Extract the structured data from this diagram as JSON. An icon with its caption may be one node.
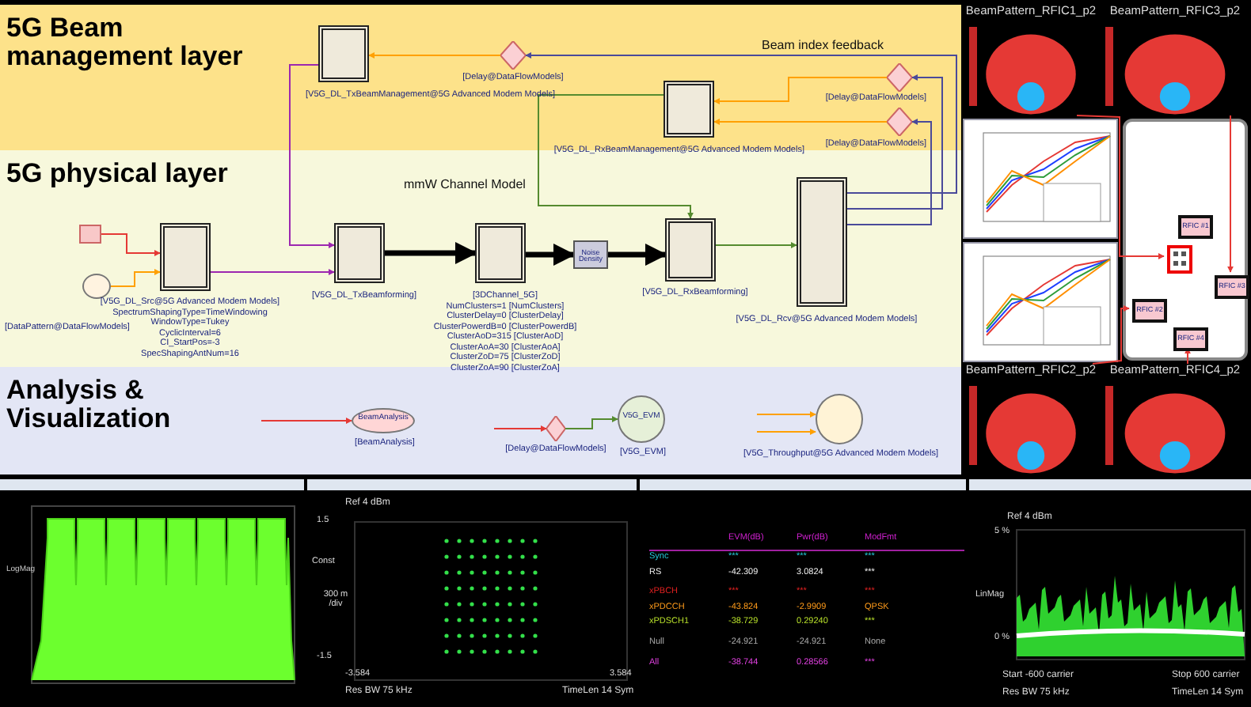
{
  "diagram": {
    "nodes": [
      {
        "text": [
          "5G Beam management layer"
        ]
      },
      {
        "text": [
          "5G physical layer"
        ]
      },
      {
        "text": [
          "Analysis & Visualization"
        ]
      },
      {
        "text": [],
        "shape": "box",
        "in": 0,
        "beside": [
          "[V5G_DL_TxBeamManagement@5G Advanced Modem Models]"
        ]
      },
      {
        "text": [],
        "shape": "diamond",
        "in": 0,
        "beside": [
          "[Delay@DataFlowModels]"
        ]
      },
      {
        "text": [],
        "shape": "box",
        "in": 0,
        "beside": [
          "[V5G_DL_RxBeamManagement@5G Advanced Modem Models]"
        ]
      },
      {
        "text": [],
        "shape": "diamond",
        "in": 0,
        "beside": [
          "[Delay@DataFlowModels]"
        ]
      },
      {
        "text": [],
        "shape": "diamond",
        "in": 0,
        "beside": [
          "[Delay@DataFlowModels]"
        ]
      },
      {
        "text": [],
        "shape": "box",
        "in": 1
      },
      {
        "text": [],
        "shape": "circle",
        "in": 1,
        "beside": [
          "[DataPattern@DataFlowModels]"
        ]
      },
      {
        "text": [],
        "shape": "box",
        "in": 1,
        "beside": [
          "[V5G_DL_Src@5G Advanced Modem Models]",
          "SpectrumShapingType=TimeWindowing",
          "WindowType=Tukey",
          "CyclicInterval=6",
          "CI_StartPos=-3",
          "SpecShapingAntNum=16"
        ]
      },
      {
        "text": [],
        "shape": "box",
        "in": 1,
        "beside": [
          "[V5G_DL_TxBeamforming]"
        ]
      },
      {
        "text": [],
        "shape": "box",
        "in": 1,
        "beside": [
          "[3DChannel_5G]",
          "NumClusters=1 [NumClusters]",
          "ClusterDelay=0 [ClusterDelay]",
          "ClusterPowerdB=0 [ClusterPowerdB]",
          "ClusterAoD=315 [ClusterAoD]",
          "ClusterAoA=30 [ClusterAoA]",
          "ClusterZoD=75 [ClusterZoD]",
          "ClusterZoA=90 [ClusterZoA]"
        ]
      },
      {
        "text": [
          "Noise Density"
        ],
        "in": 1
      },
      {
        "text": [],
        "shape": "box",
        "in": 1,
        "beside": [
          "[V5G_DL_RxBeamforming]"
        ]
      },
      {
        "text": [],
        "shape": "box",
        "in": 1,
        "beside": [
          "[V5G_DL_Rcv@5G Advanced Modem Models]"
        ]
      },
      {
        "text": [
          "BeamAnalysis"
        ],
        "in": 2,
        "beside": [
          "[BeamAnalysis]"
        ]
      },
      {
        "text": [],
        "shape": "diamond",
        "in": 2,
        "beside": [
          "[Delay@DataFlowModels]"
        ]
      },
      {
        "text": [
          "V5G_EVM"
        ],
        "in": 2,
        "beside": [
          "[V5G_EVM]"
        ]
      },
      {
        "text": [],
        "shape": "circle",
        "in": 2,
        "beside": [
          "[V5G_Throughput@5G Advanced Modem Models]"
        ]
      },
      {
        "text": [
          "BeamPattern_RFIC1_p2"
        ]
      },
      {
        "text": [
          "BeamPattern_RFIC3_p2"
        ]
      },
      {
        "text": [],
        "shape": "picture"
      },
      {
        "text": [],
        "shape": "picture"
      },
      {
        "text": [],
        "shape": "box"
      },
      {
        "text": [
          "RFIC #1"
        ],
        "in": 24
      },
      {
        "text": [],
        "shape": "box",
        "in": 24
      },
      {
        "text": [
          "RFIC #3"
        ],
        "in": 24
      },
      {
        "text": [
          "RFIC #2"
        ],
        "in": 24
      },
      {
        "text": [
          "RFIC #4"
        ],
        "in": 24
      },
      {
        "text": [
          "BeamPattern_RFIC2_p2"
        ]
      },
      {
        "text": [
          "BeamPattern_RFIC4_p2"
        ]
      }
    ],
    "edges": [
      {
        "from": 8,
        "to": 10,
        "arrow": "to",
        "color": "#e53935"
      },
      {
        "from": 9,
        "to": 10,
        "arrow": "to",
        "color": "#ffa000"
      },
      {
        "from": 10,
        "to": 11,
        "arrow": "to",
        "color": "#9c27b0"
      },
      {
        "from": 3,
        "to": 11,
        "arrow": "to",
        "color": "#9c27b0"
      },
      {
        "from": 11,
        "to": 12,
        "arrow": "to",
        "style": "thick",
        "color": "#000000"
      },
      {
        "from": 12,
        "to": 13,
        "arrow": "to",
        "style": "thick",
        "color": "#000000"
      },
      {
        "from": 13,
        "to": 14,
        "arrow": "to",
        "style": "thick",
        "color": "#000000"
      },
      {
        "from": 14,
        "to": 15,
        "arrow": "to",
        "color": "#558b2f"
      },
      {
        "from": 4,
        "to": 3,
        "arrow": "to",
        "color": "#ffa000"
      },
      {
        "from": 15,
        "to": 4,
        "arrow": "to",
        "label": "Beam index feedback",
        "color": "#4a4a9a"
      },
      {
        "from": 6,
        "to": 5,
        "arrow": "to",
        "color": "#ffa000"
      },
      {
        "from": 7,
        "to": 5,
        "arrow": "to",
        "color": "#ffa000"
      },
      {
        "from": 15,
        "to": 6,
        "arrow": "to",
        "color": "#4a4a9a"
      },
      {
        "from": 15,
        "to": 7,
        "arrow": "to",
        "color": "#4a4a9a"
      },
      {
        "from": 5,
        "to": 14,
        "arrow": "to",
        "color": "#558b2f"
      },
      {
        "from": null,
        "to": 16,
        "arrow": "to",
        "color": "#e53935"
      },
      {
        "from": null,
        "to": 17,
        "arrow": "to",
        "color": "#e53935"
      },
      {
        "from": 17,
        "to": 18,
        "arrow": "to",
        "color": "#558b2f"
      },
      {
        "from": null,
        "to": 19,
        "arrow": "to",
        "color": "#ffa000"
      },
      {
        "from": null,
        "to": 19,
        "arrow": "to",
        "color": "#ffa000"
      },
      {
        "from": 20,
        "to": 26,
        "arrow": "to",
        "color": "#e53935"
      },
      {
        "from": 21,
        "to": 27,
        "arrow": "to",
        "color": "#e53935"
      },
      {
        "from": 30,
        "to": 28,
        "arrow": "to",
        "color": "#e53935"
      },
      {
        "from": 31,
        "to": 29,
        "arrow": "to",
        "color": "#e53935"
      }
    ],
    "labels": [
      "mmW Channel Model",
      "LogMag",
      "Ref 4 dBm",
      "1.5",
      "Const",
      "300 m /div",
      "-1.5",
      "-3.584",
      "3.584",
      "Res BW 75 kHz",
      "TimeLen 14 Sym",
      "EVM(dB)",
      "Pwr(dB)",
      "ModFmt",
      "Sync",
      "***",
      "***",
      "***",
      "RS",
      "-42.309",
      "3.0824",
      "***",
      "xPBCH",
      "***",
      "***",
      "***",
      "xPDCCH",
      "-43.824",
      "-2.9909",
      "QPSK",
      "xPDSCH1",
      "-38.729",
      "0.29240",
      "***",
      "Null",
      "-24.921",
      "-24.921",
      "None",
      "All",
      "-38.744",
      "0.28566",
      "***",
      "Ref 4 dBm",
      "5 %",
      "LinMag",
      "0 %",
      "Start -600 carrier",
      "Stop 600 carrier",
      "Res BW 75 kHz",
      "TimeLen 14 Sym"
    ]
  }
}
